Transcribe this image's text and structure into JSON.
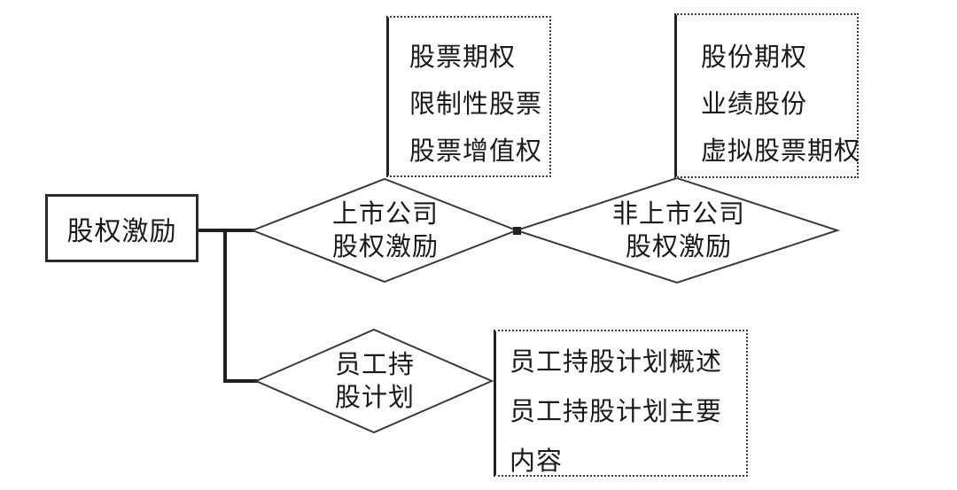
{
  "diagram": {
    "title": "equity-incentive-structure",
    "root": {
      "label": "股权激励"
    },
    "nodes": {
      "listed": {
        "line1": "上市公司",
        "line2": "股权激励"
      },
      "unlisted": {
        "line1": "非上市公司",
        "line2": "股权激励"
      },
      "esop": {
        "line1": "员工持",
        "line2": "股计划"
      }
    },
    "boxes": {
      "listed_items": [
        "股票期权",
        "限制性股票",
        "股票增值权"
      ],
      "unlisted_items": [
        "股份期权",
        "业绩股份",
        "虚拟股票期权"
      ],
      "esop_items": [
        "员工持股计划概述",
        "员工持股计划主要",
        "内容"
      ]
    },
    "colors": {
      "background": "#ffffff",
      "stroke_thin": "#3a3a3a",
      "stroke_thick": "#1f1f1f",
      "text": "#1a1a1a"
    }
  }
}
